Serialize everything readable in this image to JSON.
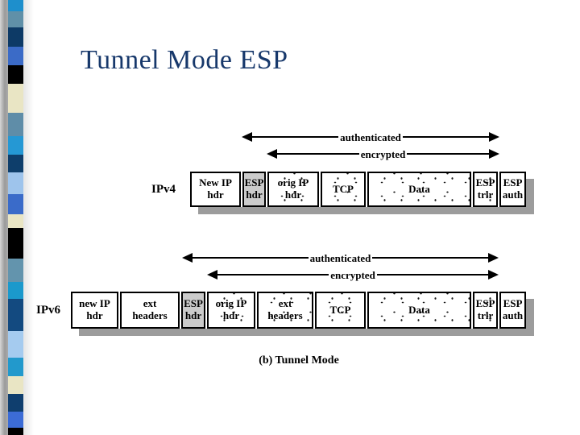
{
  "slide": {
    "title": "Tunnel Mode ESP",
    "caption": "(b) Tunnel Mode"
  },
  "colors": {
    "title_text": "#17386b",
    "esp_hdr_bg": "#cbcbcb",
    "row_shadow": "#9c9c9c",
    "arrow": "#000000"
  },
  "diagram": {
    "ipv4": {
      "label": "IPv4",
      "arrows": {
        "authenticated": "authenticated",
        "encrypted": "encrypted"
      },
      "boxes": [
        {
          "text": "New IP\nhdr"
        },
        {
          "text": "ESP\nhdr"
        },
        {
          "text": "orig IP\nhdr"
        },
        {
          "text": "TCP"
        },
        {
          "text": "Data"
        },
        {
          "text": "ESP\ntrlr"
        },
        {
          "text": "ESP\nauth"
        }
      ]
    },
    "ipv6": {
      "label": "IPv6",
      "arrows": {
        "authenticated": "authenticated",
        "encrypted": "encrypted"
      },
      "boxes": [
        {
          "text": "new IP\nhdr"
        },
        {
          "text": "ext\nheaders"
        },
        {
          "text": "ESP\nhdr"
        },
        {
          "text": "orig IP\nhdr"
        },
        {
          "text": "ext\nheaders"
        },
        {
          "text": "TCP"
        },
        {
          "text": "Data"
        },
        {
          "text": "ESP\ntrlr"
        },
        {
          "text": "ESP\nauth"
        }
      ]
    }
  },
  "stripe": {
    "segments": [
      {
        "color": "#1e8fcc",
        "h": 14
      },
      {
        "color": "#6090a8",
        "h": 20
      },
      {
        "color": "#0d3a66",
        "h": 24
      },
      {
        "color": "#3b6bc7",
        "h": 23
      },
      {
        "color": "#000000",
        "h": 23
      },
      {
        "color": "#e9e5c4",
        "h": 36
      },
      {
        "color": "#5f8da8",
        "h": 29
      },
      {
        "color": "#2598d4",
        "h": 23
      },
      {
        "color": "#0e3e6b",
        "h": 22
      },
      {
        "color": "#9ec4ec",
        "h": 27
      },
      {
        "color": "#3a6bc9",
        "h": 25
      },
      {
        "color": "#e9e5c4",
        "h": 17
      },
      {
        "color": "#000000",
        "h": 38
      },
      {
        "color": "#6394ad",
        "h": 29
      },
      {
        "color": "#1b99cc",
        "h": 21
      },
      {
        "color": "#134a80",
        "h": 40
      },
      {
        "color": "#a5cbef",
        "h": 33
      },
      {
        "color": "#2299cc",
        "h": 23
      },
      {
        "color": "#e9e5c4",
        "h": 22
      },
      {
        "color": "#0f3e6e",
        "h": 22
      },
      {
        "color": "#3c6cd6",
        "h": 20
      },
      {
        "color": "#000000",
        "h": 9
      }
    ]
  }
}
